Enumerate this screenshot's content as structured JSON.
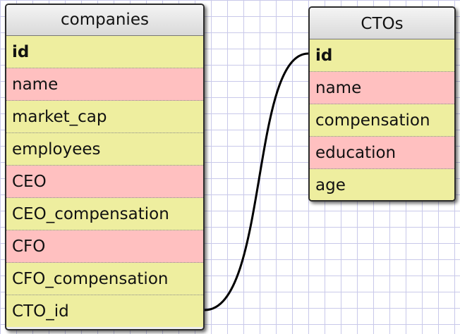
{
  "tables": {
    "companies": {
      "title": "companies",
      "fields": [
        {
          "name": "id",
          "color": "#eeee9f"
        },
        {
          "name": "name",
          "color": "#ffc0c0"
        },
        {
          "name": "market_cap",
          "color": "#eeee9f"
        },
        {
          "name": "employees",
          "color": "#eeee9f"
        },
        {
          "name": "CEO",
          "color": "#ffc0c0"
        },
        {
          "name": "CEO_compensation",
          "color": "#eeee9f"
        },
        {
          "name": "CFO",
          "color": "#ffc0c0"
        },
        {
          "name": "CFO_compensation",
          "color": "#eeee9f"
        },
        {
          "name": "CTO_id",
          "color": "#eeee9f"
        }
      ]
    },
    "ctos": {
      "title": "CTOs",
      "fields": [
        {
          "name": "id",
          "color": "#eeee9f"
        },
        {
          "name": "name",
          "color": "#ffc0c0"
        },
        {
          "name": "compensation",
          "color": "#eeee9f"
        },
        {
          "name": "education",
          "color": "#ffc0c0"
        },
        {
          "name": "age",
          "color": "#eeee9f"
        }
      ]
    }
  },
  "relationship": {
    "from": "companies.CTO_id",
    "to": "CTOs.id"
  }
}
